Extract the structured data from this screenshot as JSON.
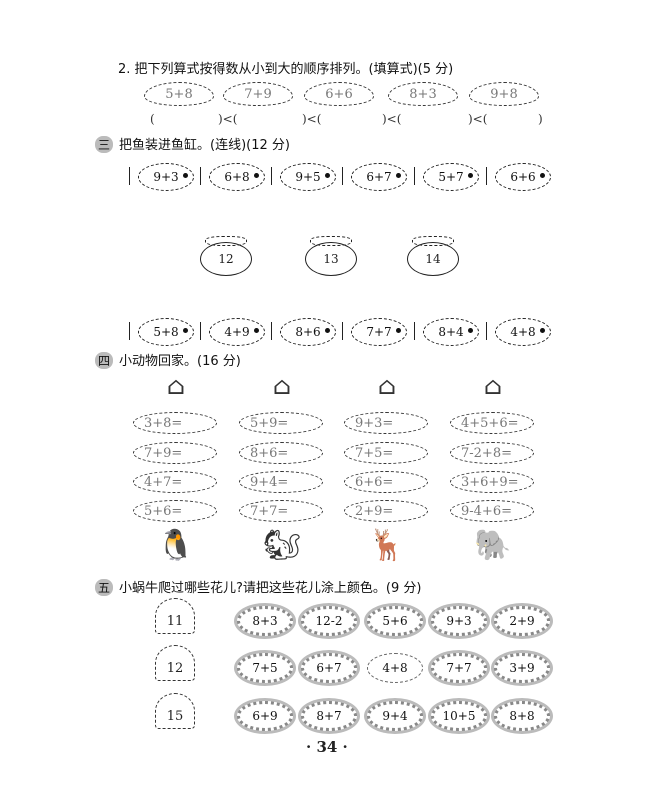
{
  "q2": {
    "prompt": "2. 把下列算式按得数从小到大的顺序排列。(填算式)(5 分)",
    "leaves": [
      "5+8",
      "7+9",
      "6+6",
      "8+3",
      "9+8"
    ],
    "parens": [
      "(",
      ")<(",
      ")<(",
      ")<(",
      ")<(",
      ")"
    ]
  },
  "section3": {
    "number": "三",
    "title": "把鱼装进鱼缸。(连线)(12 分)",
    "fish_top": [
      "9+3",
      "6+8",
      "9+5",
      "6+7",
      "5+7",
      "6+6"
    ],
    "jars": [
      "12",
      "13",
      "14"
    ],
    "fish_bottom": [
      "5+8",
      "4+9",
      "8+6",
      "7+7",
      "8+4",
      "4+8"
    ]
  },
  "section4": {
    "number": "四",
    "title": "小动物回家。(16 分)",
    "columns": [
      [
        "3+8=",
        "7+9=",
        "4+7=",
        "5+6="
      ],
      [
        "5+9=",
        "8+6=",
        "9+4=",
        "7+7="
      ],
      [
        "9+3=",
        "7+5=",
        "6+6=",
        "2+9="
      ],
      [
        "4+5+6=",
        "7-2+8=",
        "3+6+9=",
        "9-4+6="
      ]
    ]
  },
  "section5": {
    "number": "五",
    "title": "小蜗牛爬过哪些花儿?请把这些花儿涂上颜色。(9 分)",
    "rows": [
      {
        "snail": "11",
        "flowers": [
          "8+3",
          "12-2",
          "5+6",
          "9+3",
          "2+9"
        ]
      },
      {
        "snail": "12",
        "flowers": [
          "7+5",
          "6+7",
          "4+8",
          "7+7",
          "3+9"
        ]
      },
      {
        "snail": "15",
        "flowers": [
          "6+9",
          "8+7",
          "9+4",
          "10+5",
          "8+8"
        ]
      }
    ]
  },
  "page_number": "· 34 ·"
}
